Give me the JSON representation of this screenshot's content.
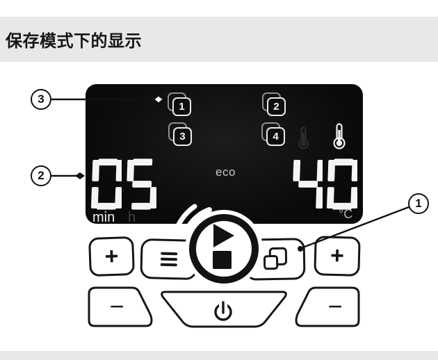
{
  "title": "保存模式下的显示",
  "colors": {
    "band": "#e8e8ea",
    "panel_bg": "#0b0b0b",
    "button_outline": "#161616",
    "display_bright": "#f5f5f5",
    "display_dim": "#3d3d3d"
  },
  "display": {
    "program_slots": [
      {
        "label": "1"
      },
      {
        "label": "2"
      },
      {
        "label": "3"
      },
      {
        "label": "4"
      }
    ],
    "eco_label": "eco",
    "time": {
      "value": "05",
      "unit_active": "min",
      "unit_inactive": "h"
    },
    "temperature": {
      "value": "40",
      "unit": "°C"
    }
  },
  "controls": {
    "plus_left_label": "+",
    "plus_right_label": "+",
    "minus_left_label": "−",
    "minus_right_label": "−"
  },
  "callouts": {
    "program_button": "1",
    "time_display": "2",
    "program_indicator": "3"
  }
}
